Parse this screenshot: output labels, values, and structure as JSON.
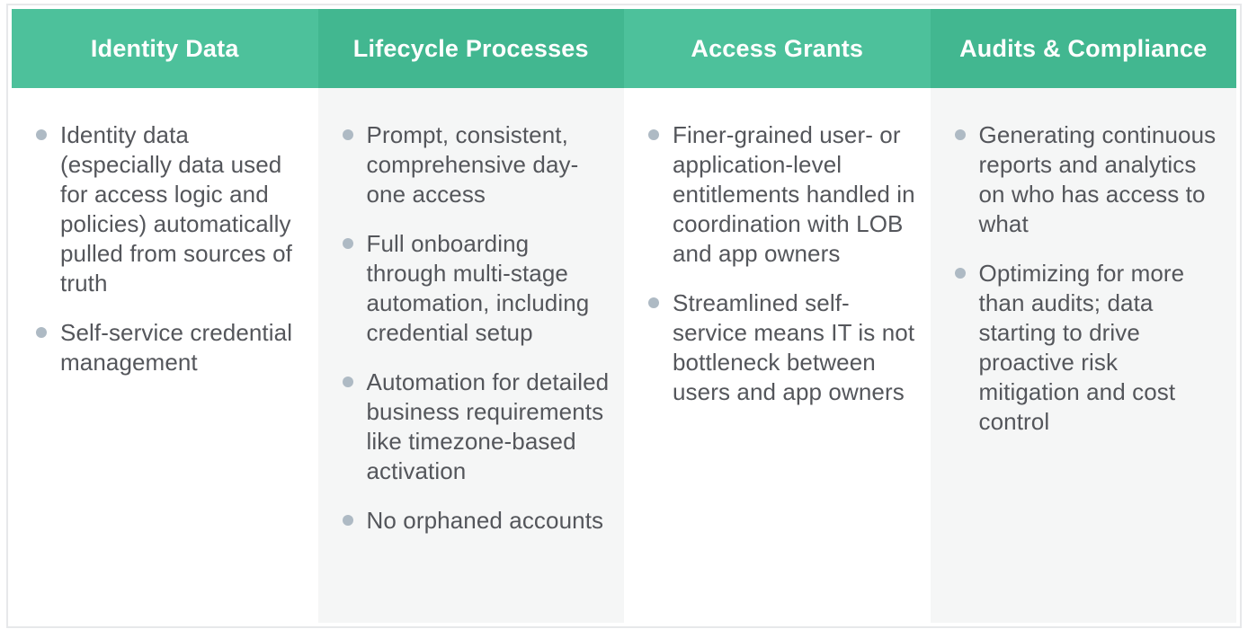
{
  "table": {
    "border_color": "#e7e8ea",
    "header_text_color": "#ffffff",
    "text_color": "#54565b",
    "bullet_color": "#aebac4",
    "header_green_light": "#4dc19b",
    "header_green_dark": "#42b790",
    "body_white": "#ffffff",
    "body_gray": "#f5f6f6",
    "columns": [
      {
        "header": "Identity Data",
        "header_color": "#4dc19b",
        "body_color": "#ffffff",
        "items": [
          "Identity data (especially data used for access logic and policies) automatically pulled from sources of truth",
          "Self-service credential management"
        ]
      },
      {
        "header": "Lifecycle Processes",
        "header_color": "#42b790",
        "body_color": "#f5f6f6",
        "items": [
          "Prompt, consistent, comprehensive day-one access",
          "Full onboarding through multi-stage automation, including credential setup",
          "Automation for detailed business requirements like timezone-based activation",
          "No orphaned accounts"
        ]
      },
      {
        "header": "Access Grants",
        "header_color": "#4dc19b",
        "body_color": "#ffffff",
        "items": [
          "Finer-grained user- or application-level entitlements handled in coordination with LOB and app owners",
          "Streamlined self-service means IT is not bottleneck between users and app owners"
        ]
      },
      {
        "header": "Audits & Compliance",
        "header_color": "#42b790",
        "body_color": "#f5f6f6",
        "items": [
          "Generating continuous reports and analytics on who has access to what",
          "Optimizing for more than audits; data starting to drive proactive risk mitigation and cost control"
        ]
      }
    ]
  }
}
